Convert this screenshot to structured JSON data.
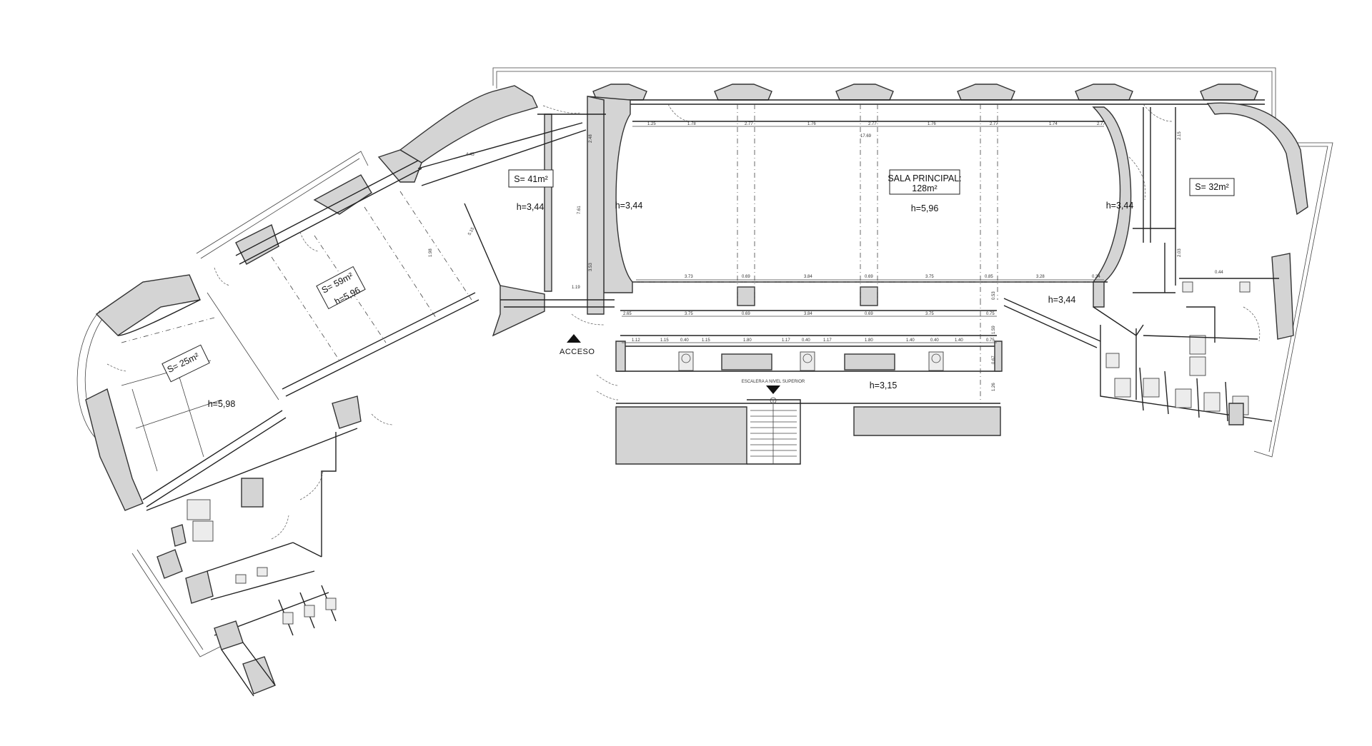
{
  "rooms": {
    "main_hall": {
      "name": "SALA PRINCIPAL:",
      "area": "128m²",
      "height": "h=5,96"
    },
    "room_41": {
      "area": "S= 41m²",
      "height": "h=3,44"
    },
    "room_59": {
      "area": "S= 59m²",
      "height": "h=5,96"
    },
    "room_25": {
      "area": "S= 25m²",
      "height": "h=5,98"
    },
    "room_32": {
      "area": "S= 32m²",
      "height": "h=3,44"
    }
  },
  "heights": {
    "left_apse": "h=3,44",
    "right_apse": "h=3,44",
    "east_corridor": "h=3,44",
    "south_corridor": "h=3,15"
  },
  "access": {
    "label": "ACCESO"
  },
  "stair": {
    "label": "ESCALERA A NIVEL SUPERIOR"
  },
  "dims": {
    "top": [
      "1.25",
      "1.78",
      "2.77",
      "1.76",
      "2.77",
      "1.76",
      "2.77",
      "1.74",
      "2.77"
    ],
    "mid": [
      "3.73",
      "0.69",
      "3.84",
      "0.69",
      "3.75",
      "0.85",
      "3.28",
      "0.34"
    ],
    "low": [
      "2.65",
      "3.75",
      "0.69",
      "3.84",
      "0.69",
      "3.75",
      "0.75"
    ],
    "bottom": [
      "1.12",
      "1.15",
      "0.40",
      "1.15",
      "1.80",
      "1.17",
      "0.40",
      "1.17",
      "1.80",
      "1.40",
      "0.40",
      "1.40",
      "0.75"
    ],
    "vertical": [
      "2.48",
      "7.61",
      "3.53",
      "1.19",
      "17.69",
      "0.53",
      "1.59",
      "0.67",
      "1.26",
      "2.15",
      "2.03",
      "0.44",
      "4.45",
      "1.98",
      "5.15"
    ]
  }
}
